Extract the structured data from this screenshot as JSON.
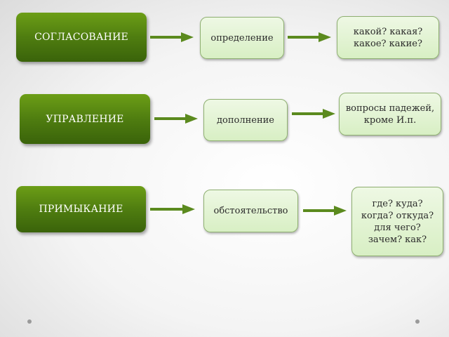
{
  "rows": [
    {
      "type": "СОГЛАСОВАНИЕ",
      "member": "определение",
      "questions": [
        "какой? какая?",
        "какое? какие?"
      ]
    },
    {
      "type": "УПРАВЛЕНИЕ",
      "member": "дополнение",
      "questions": [
        "вопросы падежей,",
        "кроме И.п."
      ]
    },
    {
      "type": "ПРИМЫКАНИЕ",
      "member": "обстоятельство",
      "questions": [
        "где? куда?",
        "когда? откуда?",
        "для чего?",
        "зачем? как?"
      ]
    }
  ],
  "colors": {
    "dark_green": "#4f7d10",
    "light_green": "#d8efc4",
    "arrow": "#5b8a1e"
  }
}
